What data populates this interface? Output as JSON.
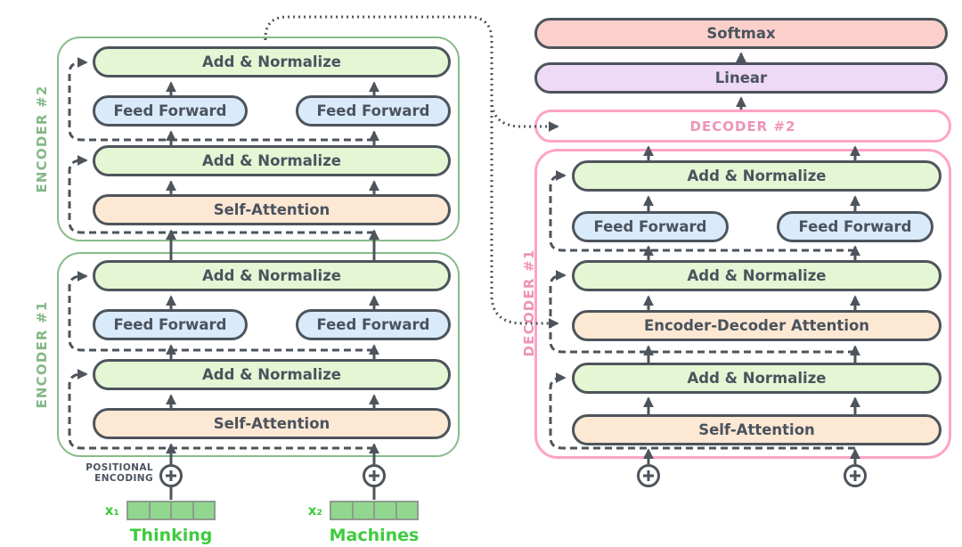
{
  "colors": {
    "stroke": "#4d545c",
    "text": "#4a535e",
    "green_fill": "#e4f6d3",
    "blue_fill": "#d9eafb",
    "orange_fill": "#fde8d3",
    "salmon_fill": "#fbd0ca",
    "purple_fill": "#eed9f7",
    "encoder_border": "#88bb8a",
    "decoder_border": "#ffa3c7",
    "encoder_label": "#84b886",
    "decoder_label": "#ef93b7",
    "input_text_green": "#3ecb3e",
    "vector_fill": "#92d78e",
    "vector_border": "#8d9c8d"
  },
  "output_layers": {
    "softmax": "Softmax",
    "linear": "Linear"
  },
  "decoder2": {
    "label": "DECODER #2"
  },
  "decoder1": {
    "label": "DECODER #1",
    "rows": {
      "add_norm_top": "Add & Normalize",
      "ff_left": "Feed Forward",
      "ff_right": "Feed Forward",
      "add_norm_mid": "Add & Normalize",
      "enc_dec_attn": "Encoder-Decoder Attention",
      "add_norm_bottom": "Add & Normalize",
      "self_attn": "Self-Attention"
    }
  },
  "encoder2": {
    "label": "ENCODER #2",
    "rows": {
      "add_norm_top": "Add & Normalize",
      "ff_left": "Feed Forward",
      "ff_right": "Feed Forward",
      "add_norm_mid": "Add & Normalize",
      "self_attn": "Self-Attention"
    }
  },
  "encoder1": {
    "label": "ENCODER #1",
    "rows": {
      "add_norm_top": "Add & Normalize",
      "ff_left": "Feed Forward",
      "ff_right": "Feed Forward",
      "add_norm_mid": "Add & Normalize",
      "self_attn": "Self-Attention"
    }
  },
  "positional_encoding": {
    "line1": "POSITIONAL",
    "line2": "ENCODING"
  },
  "inputs": [
    {
      "symbol": "x₁",
      "word": "Thinking"
    },
    {
      "symbol": "x₂",
      "word": "Machines"
    }
  ]
}
